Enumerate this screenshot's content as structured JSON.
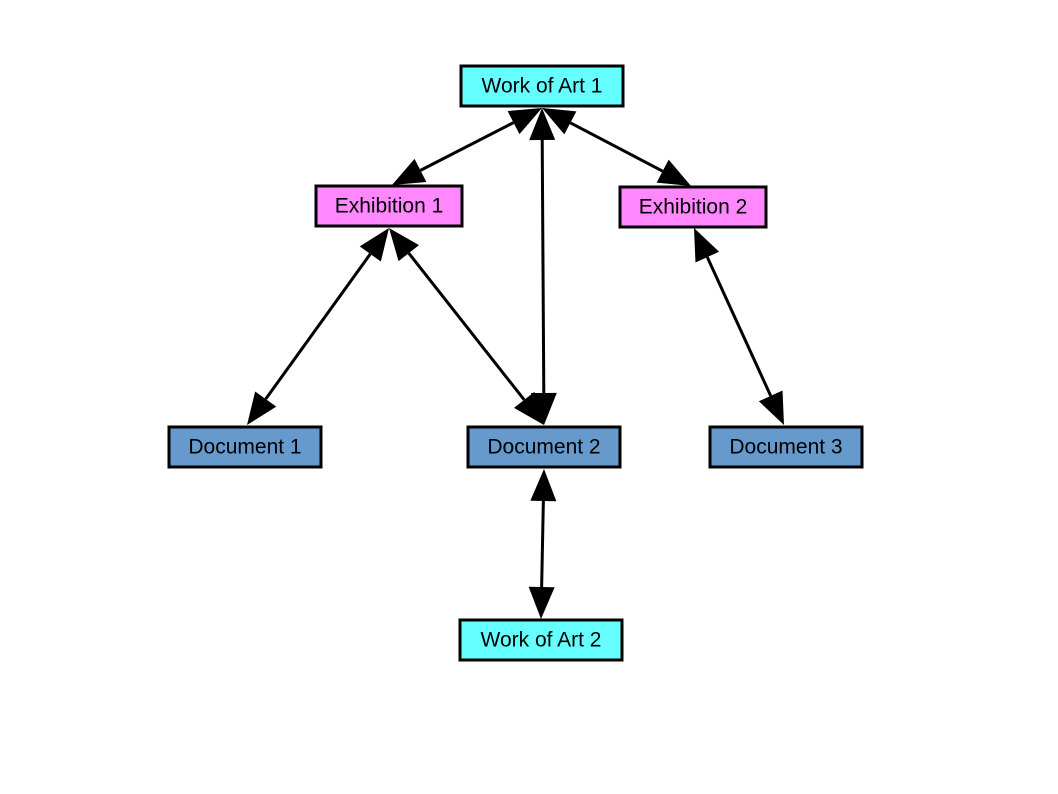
{
  "colors": {
    "work_of_art": "#66ffff",
    "exhibition": "#ff88ff",
    "document": "#6699cc",
    "edge": "#000000"
  },
  "nodes": [
    {
      "id": "work-of-art-1",
      "label": "Work of Art 1",
      "kind": "work_of_art"
    },
    {
      "id": "exhibition-1",
      "label": "Exhibition 1",
      "kind": "exhibition"
    },
    {
      "id": "exhibition-2",
      "label": "Exhibition 2",
      "kind": "exhibition"
    },
    {
      "id": "document-1",
      "label": "Document 1",
      "kind": "document"
    },
    {
      "id": "document-2",
      "label": "Document 2",
      "kind": "document"
    },
    {
      "id": "document-3",
      "label": "Document 3",
      "kind": "document"
    },
    {
      "id": "work-of-art-2",
      "label": "Work of Art 2",
      "kind": "work_of_art"
    }
  ],
  "edges": [
    {
      "from": "work-of-art-1",
      "to": "exhibition-1",
      "direction": "both"
    },
    {
      "from": "work-of-art-1",
      "to": "document-2",
      "direction": "both"
    },
    {
      "from": "work-of-art-1",
      "to": "exhibition-2",
      "direction": "both"
    },
    {
      "from": "exhibition-1",
      "to": "document-1",
      "direction": "both"
    },
    {
      "from": "exhibition-1",
      "to": "document-2",
      "direction": "both"
    },
    {
      "from": "exhibition-2",
      "to": "document-3",
      "direction": "both"
    },
    {
      "from": "document-2",
      "to": "work-of-art-2",
      "direction": "both"
    }
  ]
}
